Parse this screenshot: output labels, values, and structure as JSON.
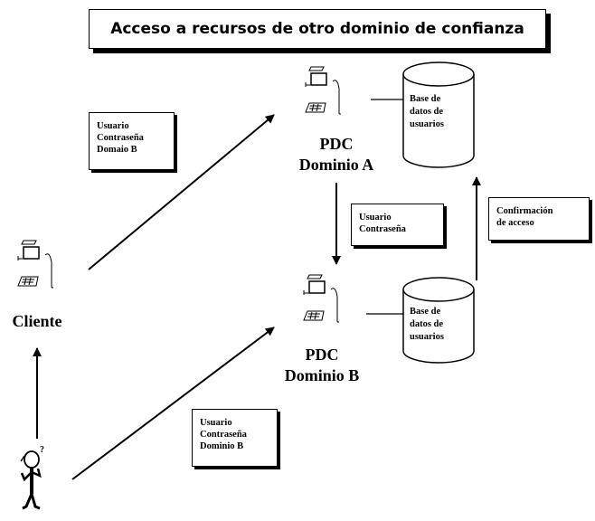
{
  "title": "Acceso a recursos de otro dominio de confianza",
  "pdc_a": {
    "line1": "PDC",
    "line2": "Dominio A"
  },
  "pdc_b": {
    "line1": "PDC",
    "line2": "Dominio B"
  },
  "client": {
    "label": "Cliente"
  },
  "db_a": {
    "lines": [
      "Base de",
      "datos de",
      "usuarios"
    ]
  },
  "db_b": {
    "lines": [
      "Base de",
      "datos de",
      "usuarios"
    ]
  },
  "note_client_to_a": {
    "lines": [
      "Usuario",
      "Contraseña",
      "Domaio B"
    ]
  },
  "note_user_to_b": {
    "lines": [
      "Usuario",
      "Contraseña",
      "Dominio B"
    ]
  },
  "note_a_to_b": {
    "lines": [
      "Usuario",
      "Contraseña"
    ]
  },
  "note_confirm": {
    "lines": [
      "Confirmación",
      "de acceso"
    ]
  },
  "icons": [
    "computer-icon",
    "person-icon",
    "database-icon"
  ]
}
